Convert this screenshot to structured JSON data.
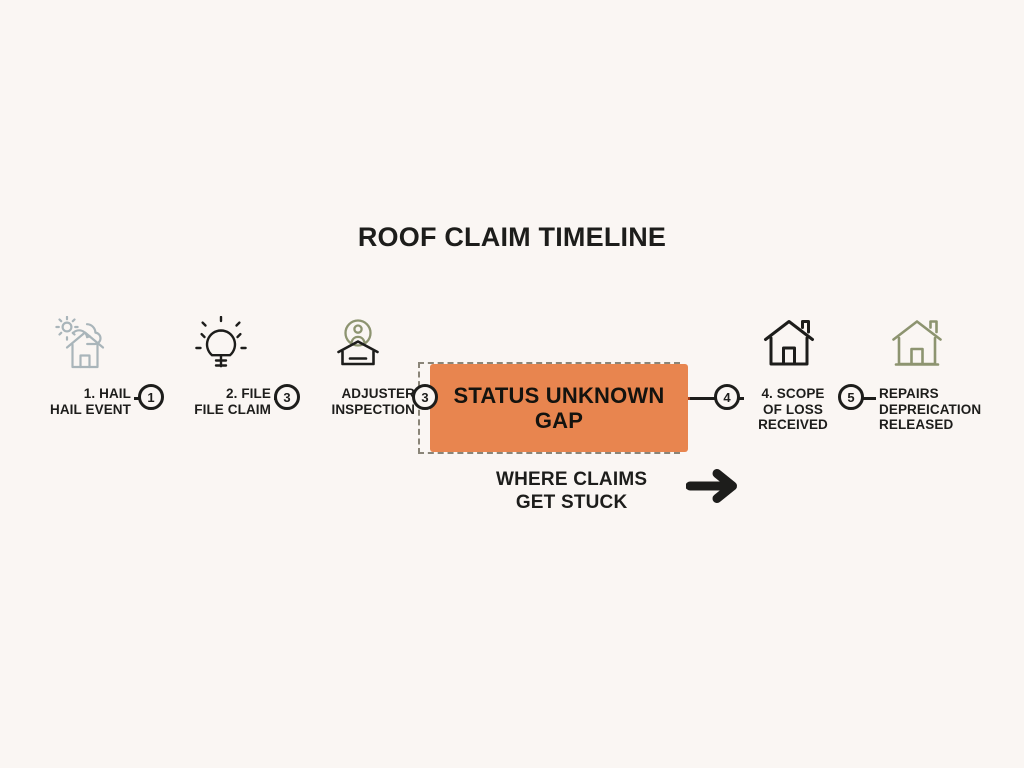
{
  "title": "ROOF CLAIM TIMELINE",
  "colors": {
    "background": "#faf6f3",
    "ink": "#1d1d1b",
    "gap_fill": "#e8854f",
    "gap_border": "#8a8578",
    "gap_rail": "#9d3b16",
    "icon_blue_gray": "#a9b5ba",
    "icon_olive": "#8d9470",
    "icon_dark": "#1d1d1b"
  },
  "steps": [
    {
      "id": "hail-event",
      "label": "1. HAIL\nHAIL EVENT",
      "icon": "house-hail-storm-icon",
      "icon_color": "#a9b5ba"
    },
    {
      "id": "file-claim",
      "label": "2. FILE\nFILE CLAIM",
      "icon": "sun-claim-icon",
      "icon_color": "#1d1d1b"
    },
    {
      "id": "adjuster-inspection",
      "label": "ADJUSTER\nINSPECTION",
      "icon": "roof-inspection-badge-icon",
      "icon_color": "#8d9470"
    },
    {
      "id": "scope-of-loss",
      "label": "4. SCOPE\nOF LOSS\nRECEIVED",
      "icon": "house-icon",
      "icon_color": "#1d1d1b"
    },
    {
      "id": "repairs-depreciation",
      "label": "REPAIRS\nDEPREICATION\nRELEASED",
      "icon": "house-outline-icon",
      "icon_color": "#8d9470"
    }
  ],
  "nodes": [
    {
      "id": "node-1",
      "number": "1"
    },
    {
      "id": "node-2",
      "number": "3"
    },
    {
      "id": "node-3",
      "number": "3"
    },
    {
      "id": "node-4",
      "number": "4"
    },
    {
      "id": "node-5",
      "number": "5"
    }
  ],
  "gap": {
    "text": "STATUS UNKNOWN\nGAP"
  },
  "caption": {
    "text": "WHERE CLAIMS\nGET STUCK",
    "arrow_icon": "arrow-right-icon"
  }
}
